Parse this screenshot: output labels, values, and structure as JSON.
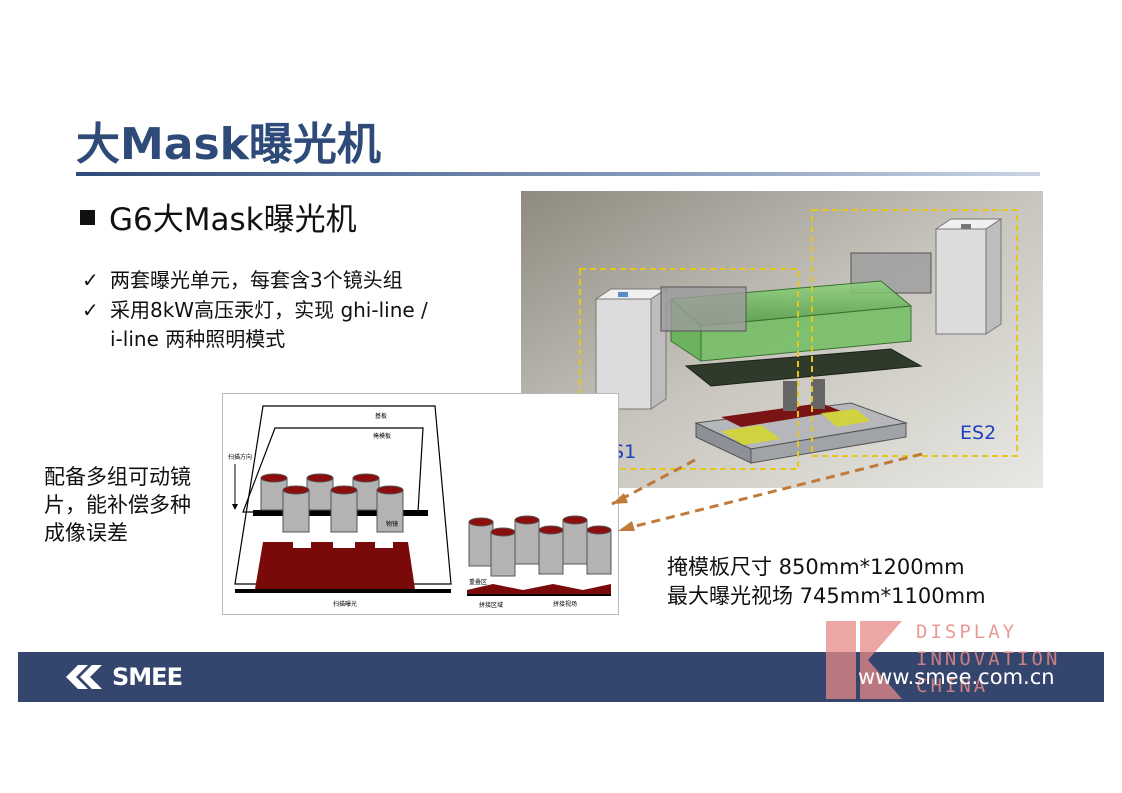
{
  "slide": {
    "title": "大Mask曝光机",
    "subtitle": "G6大Mask曝光机",
    "bullets": [
      "两套曝光单元，每套含3个镜头组",
      "采用8kW高压汞灯，实现 ghi-line /",
      "i-line  两种照明模式"
    ],
    "check_mark": "✓",
    "lens_note": "配备多组可动镜片，能补偿多种成像误差",
    "specs": [
      "掩模板尺寸 850mm*1200mm",
      "最大曝光视场 745mm*1100mm"
    ],
    "render_labels": {
      "left_unit": "ES1",
      "right_unit": "ES2"
    },
    "diagram_labels": {
      "substrate": "基板",
      "mask": "掩模板",
      "scan_direction": "扫描方向",
      "object": "物镜",
      "scan_exposure": "扫描曝光",
      "stitch_area": "拼接区域",
      "stitch_field": "拼接视场",
      "overlap": "重叠区"
    }
  },
  "footer": {
    "logo_text": "SMEE",
    "url": "www.smee.com.cn"
  },
  "watermark": {
    "line1": "DISPLAY",
    "line2": "INNOVATION",
    "line3": "CHINA"
  },
  "colors": {
    "title": "#2e4a78",
    "footer_bar": "#34456e",
    "render_outline": "#e6c619",
    "arrow": "#c07a3a",
    "lens_top": "#8b0d0d",
    "lens_body": "#b3b3b3",
    "render_es_label": "#1b3fc0"
  }
}
